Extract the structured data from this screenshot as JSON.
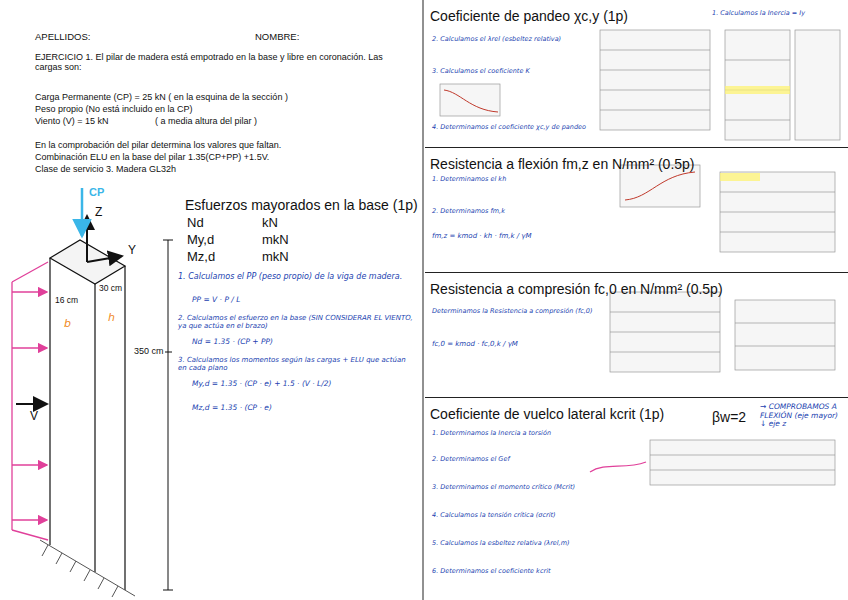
{
  "diagram": {
    "nodes": [
      {
        "text": [
          "Coeficiente de pandeo χc,y (1p)"
        ]
      },
      {
        "text": [
          "Resistencia a flexión fm,z en N/mm² (0.5p)"
        ]
      },
      {
        "text": [
          "Resistencia a compresión fc,0 en N/mm² (0.5p)"
        ]
      },
      {
        "text": [
          "Coeficiente de vuelco lateral kcrit (1p)"
        ]
      }
    ],
    "labels": [
      "APELLIDOS:",
      "NOMBRE:",
      "EJERCICIO 1. El pilar de madera está empotrado en la base y libre en coronación. Las cargas son:",
      "Carga Permanente (CP) = 25 kN ( en la esquina de la sección )",
      "Peso propio (No está incluido en la CP)",
      "Viento (V) = 15 kN",
      "( a media altura del pilar )",
      "En la comprobación del pilar determina los valores que faltan.",
      "Combinación ELU en la base del pilar 1.35(CP+PP) +1.5V.",
      "Clase de servicio 3. Madera GL32h",
      "Z",
      "Y",
      "CP",
      "16 cm",
      "30 cm",
      "V",
      "350 cm",
      "Esfuerzos mayorados en la base (1p)",
      "Nd",
      "kN",
      "My,d",
      "mkN",
      "Mz,d",
      "mkN",
      "1. Calculamos el PP (peso propio) de la viga de madera.",
      "PP = V · P / L",
      "2. Calculamos el esfuerzo en la base (SIN CONSIDERAR EL VIENTO, ya que actúa en el brazo)",
      "Nd = 1.35 · (CP + PP)",
      "3. Calculamos los momentos según las cargas + ELU que actúan en cada plano",
      "My,d = 1.35 · (CP · e) + 1.5 · (V · L/2)",
      "Mz,d = 1.35 · (CP · e)",
      "b",
      "h",
      "βw=2",
      "→ COMPROBAMOS A FLEXIÓN (eje mayor) ↓ eje z",
      "1. Calculamos la Inercia = Iy",
      "2. Calculamos el λrel (esbeltez relativa)",
      "3. Calculamos el coeficiente K",
      "4. Determinamos el coeficiente χc,y de pandeo",
      "1. Determinamos el kh",
      "2. Determinamos fm,k",
      "fm,z = kmod · kh · fm,k / γM",
      "Determinamos la Resistencia a compresión (fc,0)",
      "fc,0 = kmod · fc,0,k / γM",
      "1. Determinamos la Inercia a torsión",
      "2. Determinamos el Gef",
      "3. Determinamos el momento crítico (Mcrit)",
      "4. Calculamos la tensión crítica (σcrit)",
      "5. Calculamos la esbeltez relativa (λrel,m)",
      "6. Determinamos el coeficiente kcrit"
    ]
  }
}
